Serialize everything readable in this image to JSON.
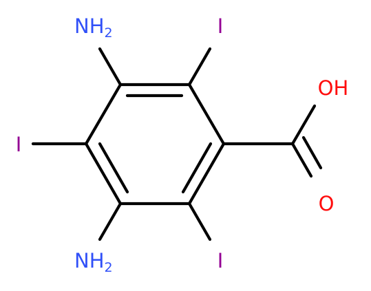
{
  "molecule": {
    "atoms": {
      "amino_top": {
        "main": "NH",
        "sub": "2"
      },
      "amino_bottom": {
        "main": "NH",
        "sub": "2"
      },
      "iodine_top": "I",
      "iodine_left": "I",
      "iodine_bottom": "I",
      "hydroxyl": "OH",
      "carbonyl_oxygen": "O"
    },
    "colors": {
      "bond": "#000000",
      "nitrogen": "#3050F8",
      "iodine": "#940094",
      "oxygen": "#FF0D0D"
    }
  }
}
